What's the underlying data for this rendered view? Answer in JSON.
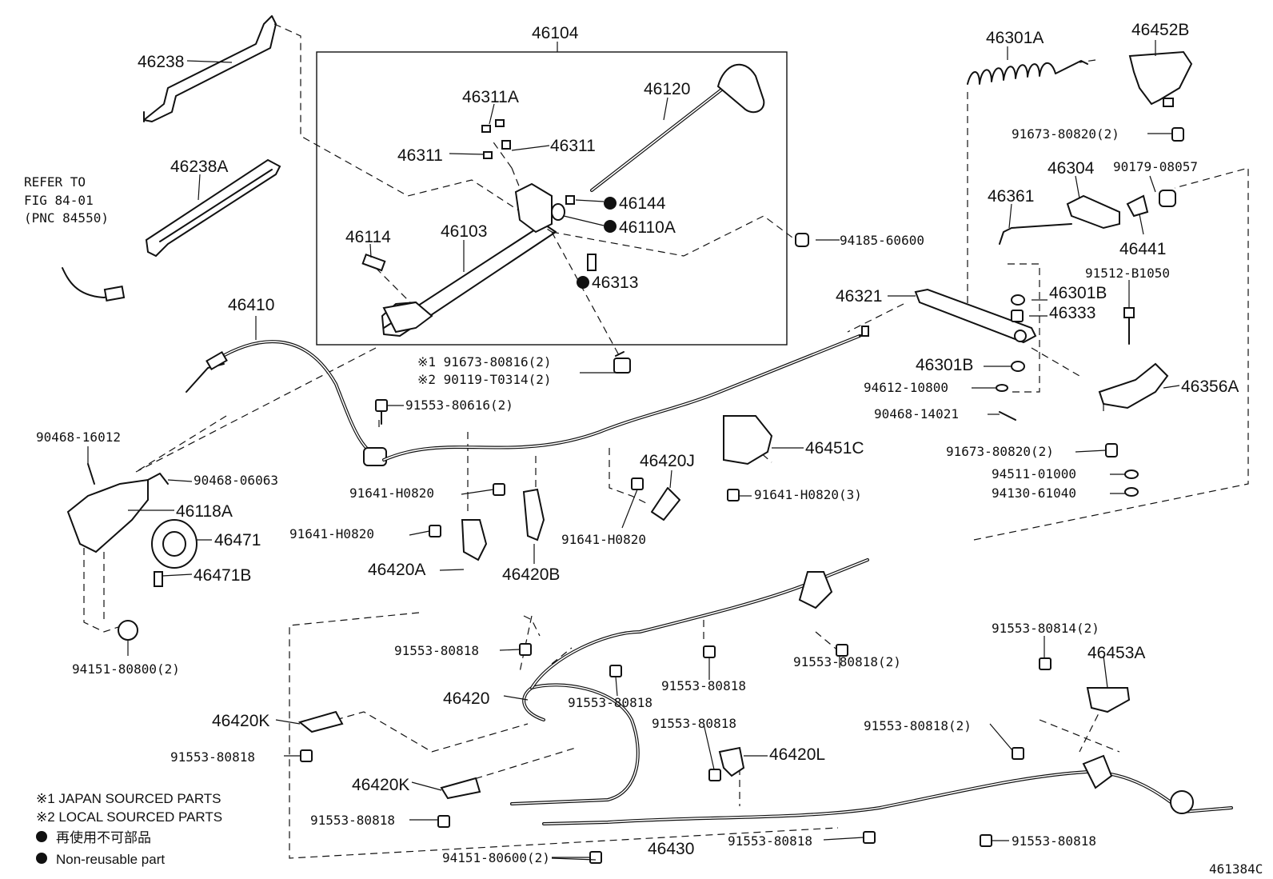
{
  "diagram_id": "461384C",
  "reference_note": [
    "REFER TO",
    "FIG 84-01",
    "(PNC 84550)"
  ],
  "legend": {
    "note1": "※1 JAPAN SOURCED PARTS",
    "note2": "※2 LOCAL SOURCED PARTS",
    "non_reusable_jp": "再使用不可部品",
    "non_reusable_en": "Non-reusable part"
  },
  "labels": {
    "p46104": "46104",
    "p46238": "46238",
    "p46238A": "46238A",
    "p46311A": "46311A",
    "p46120": "46120",
    "p46311_left": "46311",
    "p46311_right": "46311",
    "p46144": "46144",
    "p46110A": "46110A",
    "p46114": "46114",
    "p46103": "46103",
    "p46313": "46313",
    "p94185": "94185-60600",
    "p46301A": "46301A",
    "p46452B": "46452B",
    "p91673_80820_top": "91673-80820(2)",
    "p46304": "46304",
    "p90179": "90179-08057",
    "p46361": "46361",
    "p46441": "46441",
    "p91512": "91512-B1050",
    "p46321": "46321",
    "p46301B_top": "46301B",
    "p46333": "46333",
    "p46301B_bot": "46301B",
    "p94612": "94612-10800",
    "p46356A": "46356A",
    "p90468_14021": "90468-14021",
    "p91673_80820_bot": "91673-80820(2)",
    "p94511": "94511-01000",
    "p94130": "94130-61040",
    "p46410": "46410",
    "p91673_80816": "※1 91673-80816(2)",
    "p90119": "※2 90119-T0314(2)",
    "p91553_80616": "91553-80616(2)",
    "p46451C": "46451C",
    "p90468_16012": "90468-16012",
    "p90468_06063": "90468-06063",
    "p46118A": "46118A",
    "p46471": "46471",
    "p46471B": "46471B",
    "p91641_a": "91641-H0820",
    "p91641_b": "91641-H0820",
    "p91641_c": "91641-H0820",
    "p91641_d": "91641-H0820(3)",
    "p46420J": "46420J",
    "p46420A": "46420A",
    "p46420B": "46420B",
    "p94151_80800": "94151-80800(2)",
    "p91553_80818_a": "91553-80818",
    "p91553_80818_b": "91553-80818",
    "p91553_80818_c": "91553-80818",
    "p91553_80818_d": "91553-80818(2)",
    "p91553_80814": "91553-80814(2)",
    "p46453A": "46453A",
    "p46420": "46420",
    "p46420K_a": "46420K",
    "p91553_80818_e": "91553-80818",
    "p91553_80818_f": "91553-80818",
    "p46420L": "46420L",
    "p91553_80818_g": "91553-80818(2)",
    "p46420K_b": "46420K",
    "p91553_80818_h": "91553-80818",
    "p46430": "46430",
    "p91553_80818_i": "91553-80818",
    "p91553_80818_j": "91553-80818",
    "p94151_80600": "94151-80600(2)"
  }
}
